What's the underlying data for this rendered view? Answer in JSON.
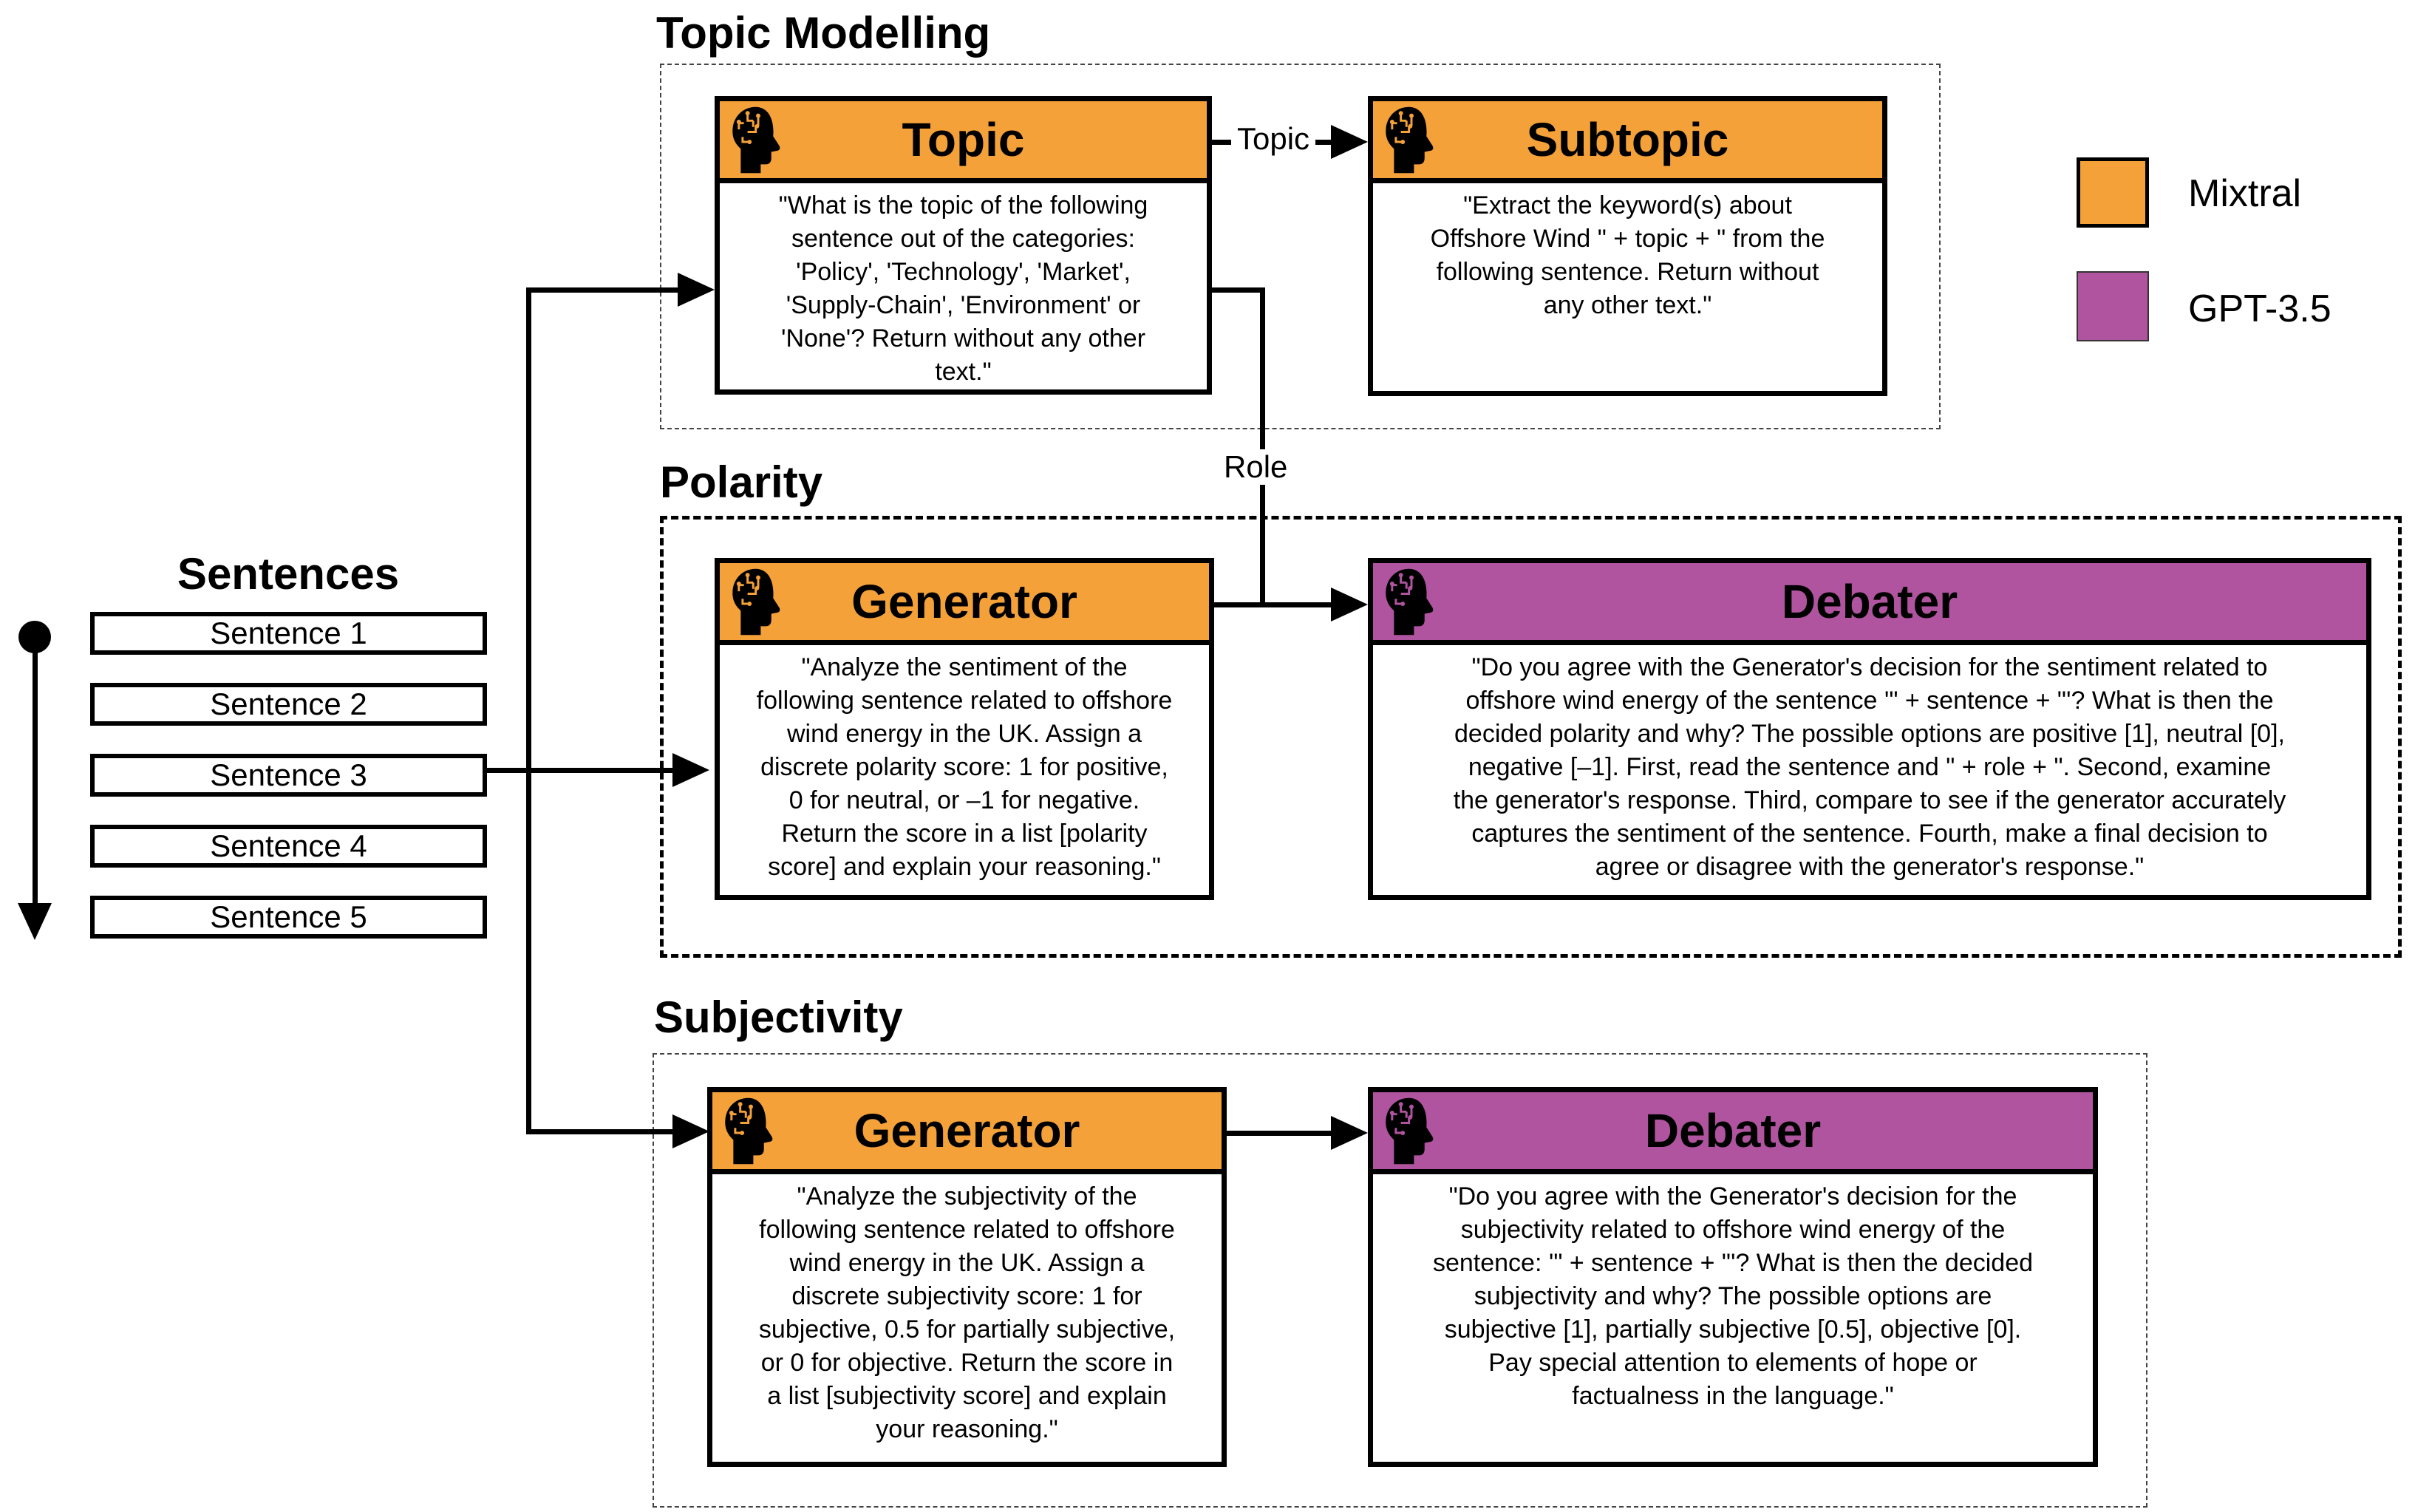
{
  "colors": {
    "mixtral": "#F5A13A",
    "gpt35": "#B054A0"
  },
  "legend": {
    "items": [
      {
        "label": "Mixtral"
      },
      {
        "label": "GPT-3.5"
      }
    ]
  },
  "sentences": {
    "title": "Sentences",
    "items": [
      "Sentence 1",
      "Sentence 2",
      "Sentence 3",
      "Sentence 4",
      "Sentence 5"
    ]
  },
  "connectors": {
    "topic_label": "Topic",
    "role_label": "Role"
  },
  "sections": {
    "topic_modelling": {
      "title": "Topic Modelling",
      "topic_box": {
        "title": "Topic",
        "model": "Mixtral",
        "prompt": "\"What is the topic of the following\nsentence out of the categories:\n'Policy', 'Technology', 'Market',\n'Supply-Chain', 'Environment' or\n'None'? Return without any other\ntext.\""
      },
      "subtopic_box": {
        "title": "Subtopic",
        "model": "Mixtral",
        "prompt": "\"Extract the keyword(s) about\nOffshore Wind \" + topic + \" from the\nfollowing sentence. Return without\nany other text.\""
      }
    },
    "polarity": {
      "title": "Polarity",
      "generator": {
        "title": "Generator",
        "model": "Mixtral",
        "prompt": "\"Analyze the sentiment of the\nfollowing sentence related to offshore\nwind energy in the UK. Assign a\ndiscrete polarity score: 1 for positive,\n0 for neutral, or –1 for negative.\nReturn the score in a list [polarity\nscore] and explain your reasoning.\""
      },
      "debater": {
        "title": "Debater",
        "model": "GPT-3.5",
        "prompt": "\"Do you agree with the Generator's decision for the sentiment related to\noffshore wind energy of the sentence '\" + sentence + \"'? What is then the\ndecided polarity and why? The possible options are positive [1], neutral [0],\nnegative [–1]. First, read the sentence and \" + role + \". Second, examine\nthe generator's response. Third, compare to see if the generator accurately\ncaptures the sentiment of the sentence. Fourth, make a final decision to\nagree or disagree with the generator's response.\""
      }
    },
    "subjectivity": {
      "title": "Subjectivity",
      "generator": {
        "title": "Generator",
        "model": "Mixtral",
        "prompt": "\"Analyze the subjectivity of the\nfollowing sentence related to offshore\nwind energy in the UK. Assign a\ndiscrete subjectivity score: 1 for\nsubjective, 0.5 for partially subjective,\nor 0 for objective. Return the score in\na list [subjectivity score] and explain\nyour reasoning.\""
      },
      "debater": {
        "title": "Debater",
        "model": "GPT-3.5",
        "prompt": "\"Do you agree with the Generator's decision for the\nsubjectivity related to offshore wind energy of the\nsentence: '\" + sentence + \"'? What is then the decided\nsubjectivity and why? The possible options are\nsubjective [1], partially subjective [0.5], objective [0].\nPay special attention to elements of hope or\nfactualness in the language.\""
      }
    }
  }
}
